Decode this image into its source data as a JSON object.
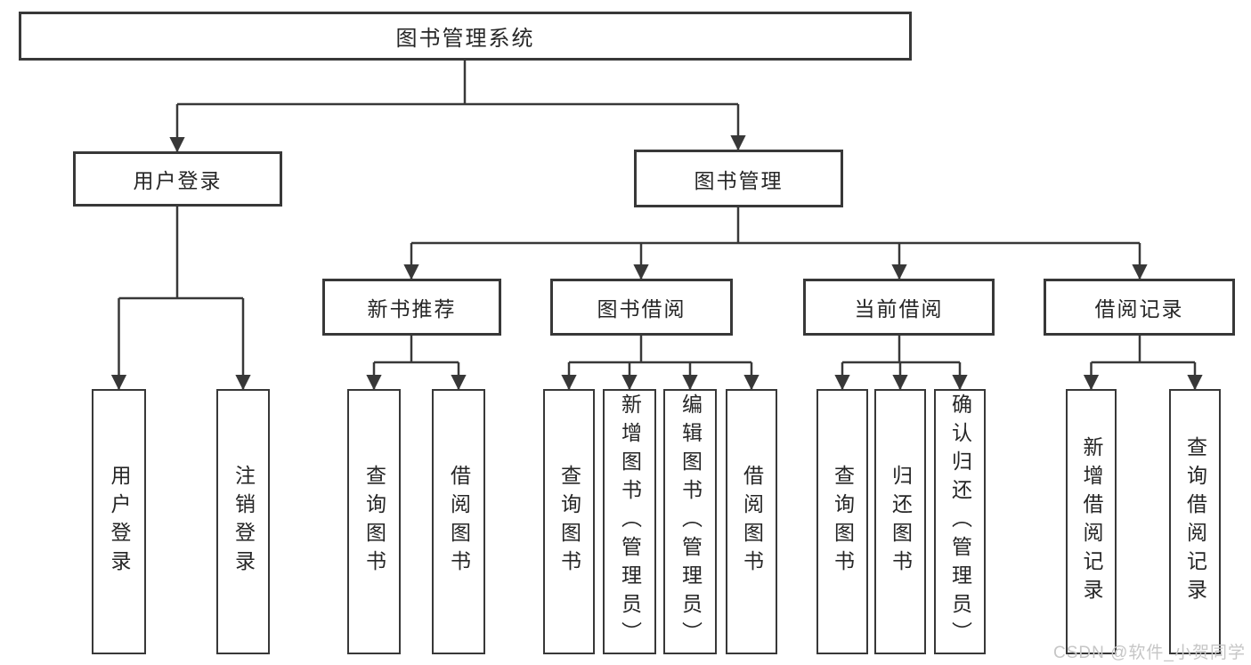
{
  "diagram": {
    "root": {
      "label": "图书管理系统"
    },
    "level2": [
      {
        "label": "用户登录"
      },
      {
        "label": "图书管理"
      }
    ],
    "level3": [
      {
        "label": "新书推荐"
      },
      {
        "label": "图书借阅"
      },
      {
        "label": "当前借阅"
      },
      {
        "label": "借阅记录"
      }
    ],
    "leaves": [
      {
        "label": "用户登录"
      },
      {
        "label": "注销登录"
      },
      {
        "label": "查询图书"
      },
      {
        "label": "借阅图书"
      },
      {
        "label": "查询图书"
      },
      {
        "label": "新增图书（管理员）"
      },
      {
        "label": "编辑图书（管理员）"
      },
      {
        "label": "借阅图书"
      },
      {
        "label": "查询图书"
      },
      {
        "label": "归还图书"
      },
      {
        "label": "确认归还（管理员）"
      },
      {
        "label": "新增借阅记录"
      },
      {
        "label": "查询借阅记录"
      }
    ]
  },
  "watermark": {
    "text": "CSDN @软件_小贺同学"
  },
  "colors": {
    "line": "#383838",
    "text": "#262626",
    "background": "#ffffff",
    "watermark": "#c6c6c6"
  }
}
